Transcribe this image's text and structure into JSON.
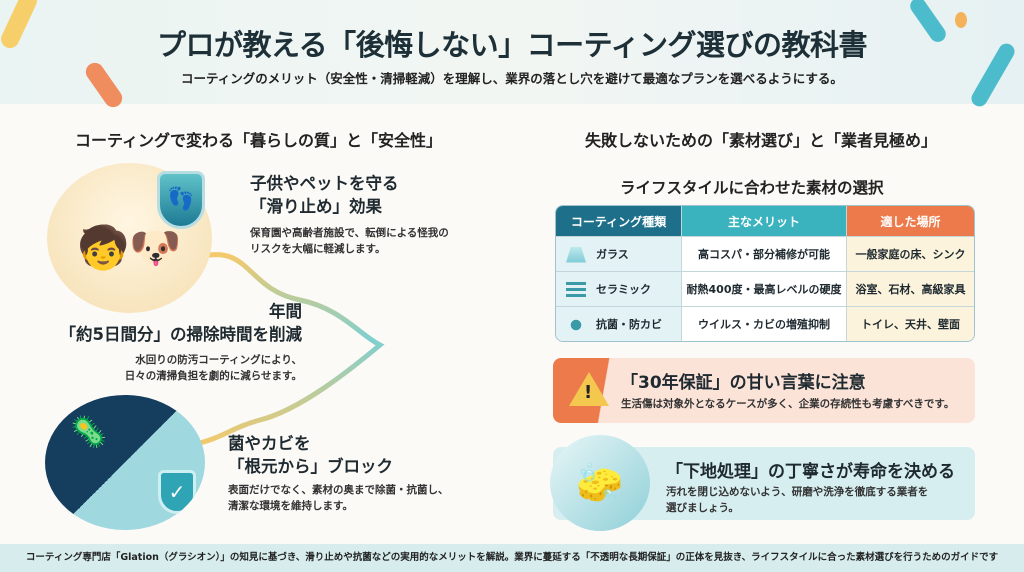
{
  "header": {
    "title": "プロが教える「後悔しない」コーティング選びの教科書",
    "subtitle": "コーティングのメリット（安全性・清掃軽減）を理解し、業界の落とし穴を避けて最適なプランを選べるようにする。"
  },
  "left": {
    "heading": "コーティングで変わる「暮らしの質」と「安全性」",
    "items": [
      {
        "title1": "子供やペットを守る",
        "title2": "「滑り止め」効果",
        "desc1": "保育園や高齢者施設で、転倒による怪我の",
        "desc2": "リスクを大幅に軽減します。"
      },
      {
        "title1": "年間",
        "title2": "「約5日間分」の掃除時間を削減",
        "desc1": "水回りの防汚コーティングにより、",
        "desc2": "日々の清掃負担を劇的に減らせます。"
      },
      {
        "title1": "菌やカビを",
        "title2": "「根元から」ブロック",
        "desc1": "表面だけでなく、素材の奥まで除菌・抗菌し、",
        "desc2": "清潔な環境を維持します。"
      }
    ]
  },
  "right": {
    "heading": "失敗しないための「素材選び」と「業者見極め」",
    "subheading": "ライフスタイルに合わせた素材の選択",
    "table": {
      "headers": [
        "コーティング種類",
        "主なメリット",
        "適した場所"
      ],
      "rows": [
        [
          "ガラス",
          "高コスパ・部分補修が可能",
          "一般家庭の床、シンク"
        ],
        [
          "セラミック",
          "耐熱400度・最高レベルの硬度",
          "浴室、石材、高級家具"
        ],
        [
          "抗菌・防カビ",
          "ウイルス・カビの増殖抑制",
          "トイレ、天井、壁面"
        ]
      ]
    },
    "warning": {
      "title": "「30年保証」の甘い言葉に注意",
      "desc": "生活傷は対象外となるケースが多く、企業の存続性も考慮すべきです。"
    },
    "tip": {
      "title": "「下地処理」の丁寧さが寿命を決める",
      "desc1": "汚れを閉じ込めないよう、研磨や洗浄を徹底する業者を",
      "desc2": "選びましょう。"
    }
  },
  "footer": "コーティング専門店「Glation（グラシオン）」の知見に基づき、滑り止めや抗菌などの実用的なメリットを解説。業界に蔓延する「不透明な長期保証」の正体を見抜き、ライフスタイルに合った素材選びを行うためのガイドです",
  "colors": {
    "teal": "#3ab3bf",
    "navy": "#1e6f8a",
    "orange": "#ec7a4a",
    "cream": "#fcf3dc"
  }
}
